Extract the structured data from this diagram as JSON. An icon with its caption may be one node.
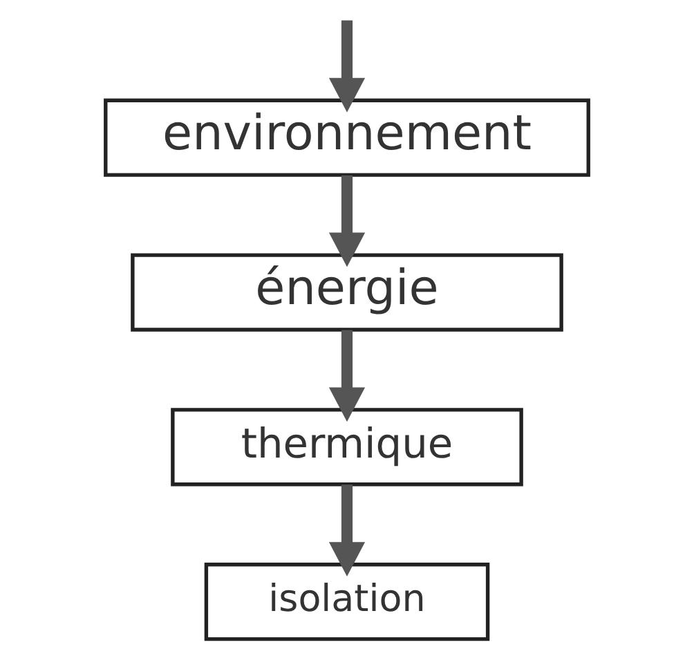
{
  "diagram": {
    "nodes": [
      {
        "text": [
          "environnement"
        ]
      },
      {
        "text": [
          "énergie"
        ]
      },
      {
        "text": [
          "thermique"
        ]
      },
      {
        "text": [
          "isolation"
        ]
      }
    ],
    "edges": [
      {
        "from": null,
        "to": 0,
        "arrow": "to"
      },
      {
        "from": 0,
        "to": 1,
        "arrow": "to"
      },
      {
        "from": 1,
        "to": 2,
        "arrow": "to"
      },
      {
        "from": 2,
        "to": 3,
        "arrow": "to"
      }
    ]
  }
}
